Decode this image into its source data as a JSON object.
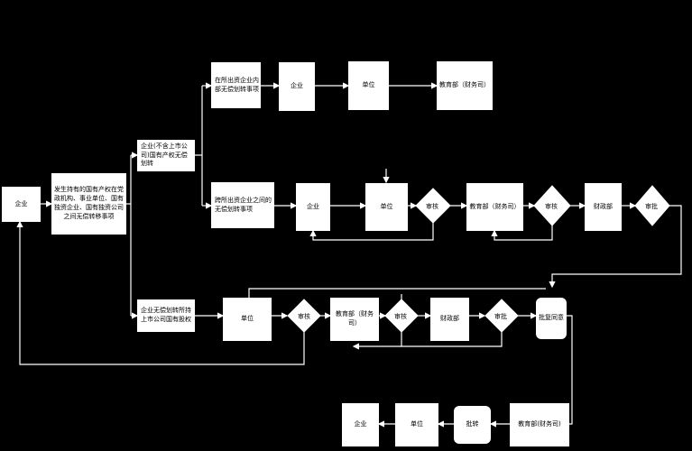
{
  "nodes": {
    "enterprise_start": "企业",
    "scope": "发生持有的国有产权在党政机构、事业单位、国有独资企业、国有独资公司之间无偿转移事项",
    "nonlisted": "企业(不含上市公司)国有产权无偿划转",
    "listed": "企业无偿划转所持上市公司国有股权",
    "row1_condition": "在所出资企业内部无偿划转事项",
    "row1_enterprise": "企业",
    "row1_unit": "单位",
    "row1_edu": "教育部（财务司）",
    "row2_condition": "跨所出资企业之间的无偿划转事项",
    "row2_enterprise": "企业",
    "row2_unit": "单位",
    "row2_edu": "教育部（财务司）",
    "row2_finance": "财政部",
    "row3_unit": "单位",
    "row3_edu": "教育部（财务司）",
    "row3_finance": "财政部",
    "approve": "批复同意",
    "final_edu": "教育部(财务司)",
    "final_reply": "批转",
    "final_unit": "单位",
    "final_enterprise": "企业",
    "review": "审核",
    "approve_check": "审批"
  }
}
